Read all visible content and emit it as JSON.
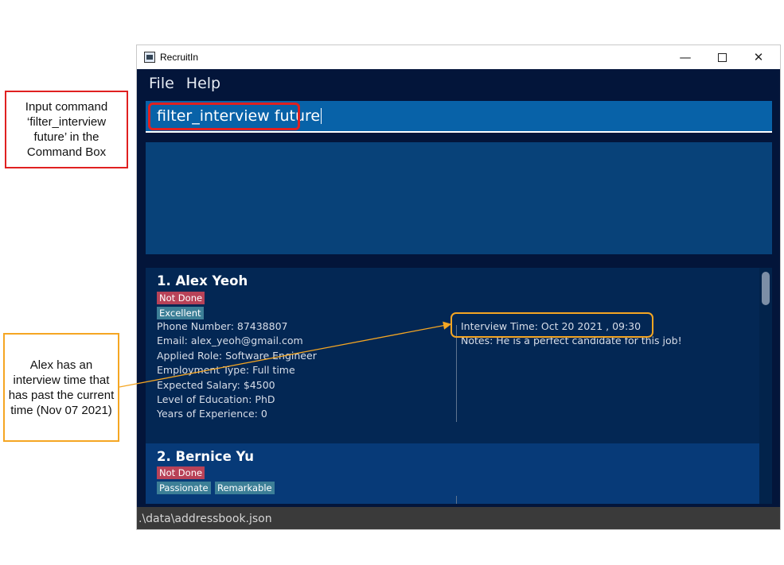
{
  "annotations": {
    "command_note": "Input command ‘filter_interview future’ in the Command Box",
    "interview_note": "Alex has an interview time that has past the  current time (Nov 07 2021)"
  },
  "window": {
    "title": "RecruitIn",
    "controls": {
      "minimize": "—",
      "close": "✕"
    }
  },
  "menu": {
    "items": [
      "File",
      "Help"
    ]
  },
  "command_box": {
    "value": "filter_interview future"
  },
  "result_display": {
    "text": ""
  },
  "candidates": [
    {
      "index_name": "1.  Alex Yeoh",
      "status": "Not Done",
      "tags": [
        "Excellent"
      ],
      "details": [
        "Phone Number: 87438807",
        "Email: alex_yeoh@gmail.com",
        "Applied Role: Software Engineer",
        "Employment Type: Full time",
        "Expected Salary: $4500",
        "Level of Education: PhD",
        "Years of Experience: 0"
      ],
      "interview": "Interview Time: Oct 20 2021 , 09:30",
      "notes": "Notes: He is a perfect candidate for this job!"
    },
    {
      "index_name": "2.  Bernice Yu",
      "status": "Not Done",
      "tags": [
        "Passionate",
        "Remarkable"
      ]
    }
  ],
  "status_bar": {
    "path": ".\\data\\addressbook.json"
  },
  "colors": {
    "window_bg": "#03153a",
    "command_box": "#0862a8",
    "result_box": "#084279",
    "card_1": "#032754",
    "card_2": "#073a78",
    "status_tag": "#b84258",
    "trait_tag": "#3c7f97",
    "annotation_red": "#e02020",
    "annotation_orange": "#f5a623"
  },
  "icons": [
    "app-icon",
    "minimize-icon",
    "maximize-icon",
    "close-icon"
  ]
}
